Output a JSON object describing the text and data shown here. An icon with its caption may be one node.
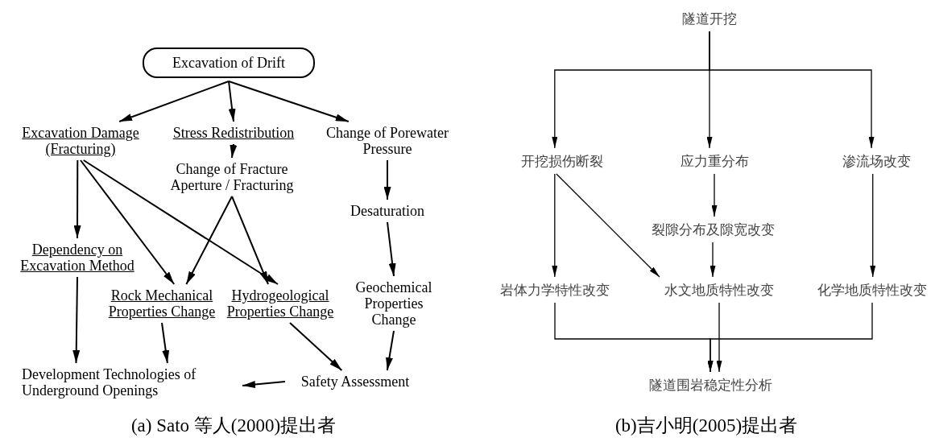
{
  "diagram": {
    "nodes": [
      {
        "text": [
          "Excavation of Drift"
        ]
      },
      {
        "text": [
          "Excavation Damage (Fracturing)"
        ]
      },
      {
        "text": [
          "Stress Redistribution"
        ]
      },
      {
        "text": [
          "Change of Porewater Pressure"
        ]
      },
      {
        "text": [
          "Change of Fracture Aperture / Fracturing"
        ]
      },
      {
        "text": [
          "Desaturation"
        ]
      },
      {
        "text": [
          "Dependency on Excavation Method"
        ]
      },
      {
        "text": [
          "Rock Mechanical Properties Change"
        ]
      },
      {
        "text": [
          "Hydrogeological Properties Change"
        ]
      },
      {
        "text": [
          "Geochemical Properties Change"
        ]
      },
      {
        "text": [
          "Development Technologies of Underground Openings"
        ]
      },
      {
        "text": [
          "Safety Assessment"
        ]
      },
      {
        "text": [
          "隧道开挖"
        ]
      },
      {
        "text": [
          "开挖损伤断裂"
        ]
      },
      {
        "text": [
          "应力重分布"
        ]
      },
      {
        "text": [
          "渗流场改变"
        ]
      },
      {
        "text": [
          "裂隙分布及隙宽改变"
        ]
      },
      {
        "text": [
          "岩体力学特性改变"
        ]
      },
      {
        "text": [
          "水文地质特性改变"
        ]
      },
      {
        "text": [
          "化学地质特性改变"
        ]
      },
      {
        "text": [
          "隧道围岩稳定性分析"
        ]
      }
    ],
    "edges": [
      {
        "from": 0,
        "to": 1,
        "arrow": "to"
      },
      {
        "from": 0,
        "to": 2,
        "arrow": "to"
      },
      {
        "from": 0,
        "to": 3,
        "arrow": "to"
      },
      {
        "from": 1,
        "to": 6,
        "arrow": "to"
      },
      {
        "from": 1,
        "to": 7,
        "arrow": "to"
      },
      {
        "from": 1,
        "to": 8,
        "arrow": "to"
      },
      {
        "from": 2,
        "to": 4,
        "arrow": "to"
      },
      {
        "from": 3,
        "to": 5,
        "arrow": "to"
      },
      {
        "from": 4,
        "to": 7,
        "arrow": "to"
      },
      {
        "from": 4,
        "to": 8,
        "arrow": "to"
      },
      {
        "from": 5,
        "to": 9,
        "arrow": "to"
      },
      {
        "from": 6,
        "to": 10,
        "arrow": "to"
      },
      {
        "from": 7,
        "to": 10,
        "arrow": "to"
      },
      {
        "from": 8,
        "to": 11,
        "arrow": "to"
      },
      {
        "from": 9,
        "to": 11,
        "arrow": "to"
      },
      {
        "from": 11,
        "to": 10,
        "arrow": "to"
      },
      {
        "from": 12,
        "to": 13,
        "arrow": "to"
      },
      {
        "from": 12,
        "to": 14,
        "arrow": "to"
      },
      {
        "from": 12,
        "to": 15,
        "arrow": "to"
      },
      {
        "from": 13,
        "to": 17,
        "arrow": "to"
      },
      {
        "from": 13,
        "to": 18,
        "arrow": "to"
      },
      {
        "from": 14,
        "to": 16,
        "arrow": "to"
      },
      {
        "from": 16,
        "to": 18,
        "arrow": "to"
      },
      {
        "from": 15,
        "to": 19,
        "arrow": "to"
      },
      {
        "from": 17,
        "to": 20,
        "arrow": "to"
      },
      {
        "from": 18,
        "to": 20,
        "arrow": "to"
      },
      {
        "from": 19,
        "to": 20,
        "arrow": "to"
      }
    ],
    "labels": [
      "(a) Sato 等人(2000)提出者",
      "(b)吉小明(2005)提出者"
    ]
  }
}
